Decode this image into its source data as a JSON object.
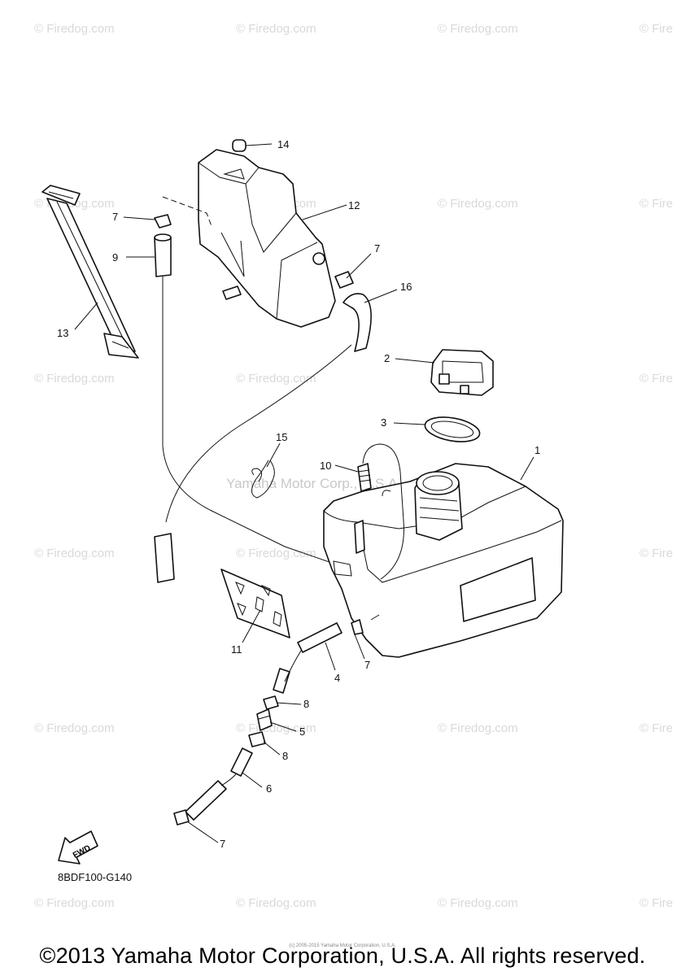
{
  "watermark": {
    "text": "© Firedog.com",
    "short": "© Fire",
    "center": "Yamaha Motor Corp., U.S.A."
  },
  "callouts": {
    "p1": "1",
    "p2": "2",
    "p3": "3",
    "p4": "4",
    "p5": "5",
    "p6": "6",
    "p7": "7",
    "p8": "8",
    "p9": "9",
    "p10": "10",
    "p11": "11",
    "p12": "12",
    "p13": "13",
    "p14": "14",
    "p15": "15",
    "p16": "16"
  },
  "fwd_label": "FWD",
  "diagram_code": "8BDF100-G140",
  "fine_print": "(c) 2005-2015 Yamaha Motor Corporation, U.S.A.",
  "copyright": "©2013 Yamaha Motor Corporation, U.S.A. All rights reserved.",
  "colors": {
    "ink": "#111111",
    "watermark": "#d9d9d9",
    "background": "#ffffff"
  }
}
